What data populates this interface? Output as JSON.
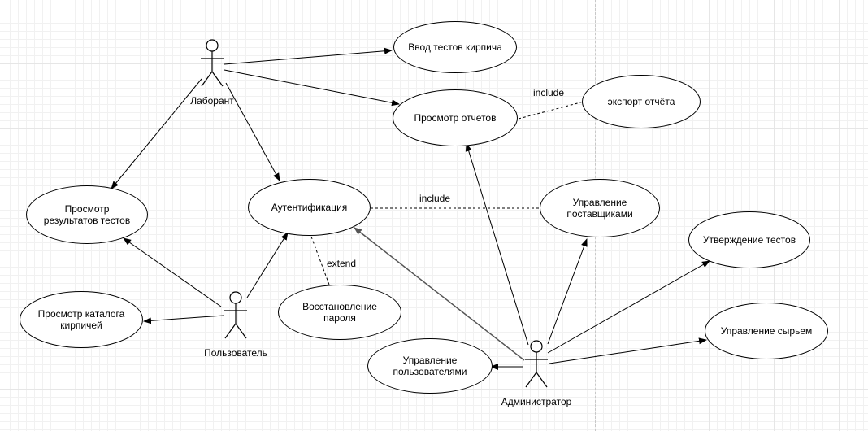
{
  "actors": {
    "lab": "Лаборант",
    "user": "Пользователь",
    "admin": "Администратор"
  },
  "use_cases": {
    "enter_tests": "Ввод тестов кирпича",
    "view_reports": "Просмотр отчетов",
    "export_report": "экспорт отчёта",
    "view_results": "Просмотр результатов тестов",
    "auth": "Аутентификация",
    "manage_suppliers": "Управление поставщиками",
    "approve_tests": "Утверждение тестов",
    "view_catalog": "Просмотр каталога кирпичей",
    "restore_password": "Восстановление пароля",
    "manage_materials": "Управление сырьем",
    "manage_users": "Управление пользователями"
  },
  "relations": {
    "include_export": "include",
    "include_suppliers": "include",
    "extend_restore": "extend"
  }
}
